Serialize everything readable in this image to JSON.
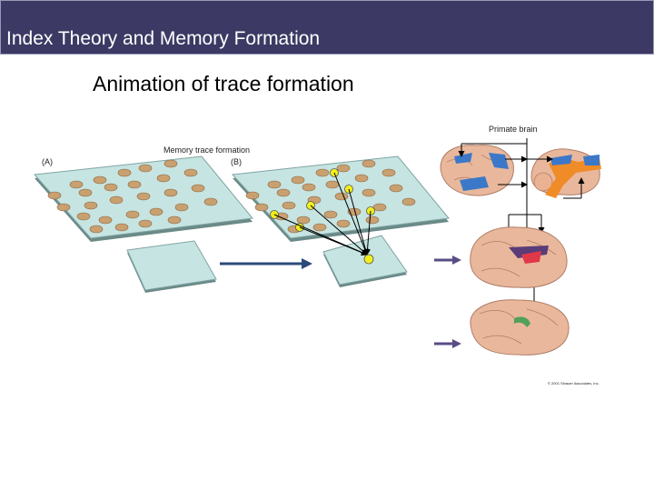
{
  "slide": {
    "title": "Index Theory and Memory Formation",
    "subtitle": "Animation of trace formation"
  },
  "figure": {
    "heading": "Memory trace formation",
    "panel_a_label": "(A)",
    "panel_b_label": "(B)",
    "brain_label": "Primate brain",
    "copyright": "© 2001 Sinauer Associates, Inc.",
    "colors": {
      "sheet": "#bfe0de",
      "node": "#c9a070",
      "active_node": "#f2ee1c",
      "main_arrow": "#2a4a7a",
      "side_arrow": "#5a4c86",
      "brain": "#e8b89c",
      "cortex_blue": "#3c78c8",
      "hippo_orange": "#f08c28",
      "hippo_red": "#e03848",
      "hippo_purple": "#5a3c78",
      "trace_green": "#52a05a"
    }
  }
}
